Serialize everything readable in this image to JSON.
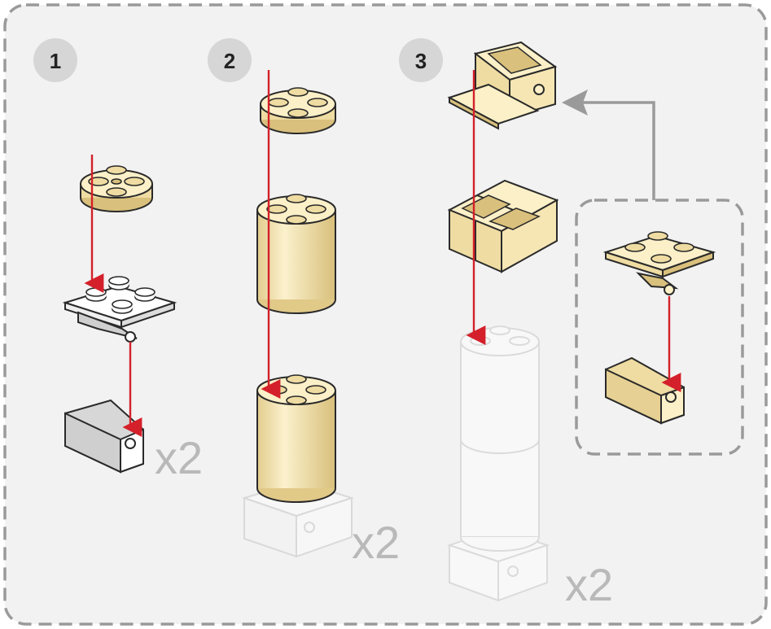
{
  "steps": [
    {
      "number": "1",
      "multiplier": "x2"
    },
    {
      "number": "2",
      "multiplier": "x2"
    },
    {
      "number": "3",
      "multiplier": "x2"
    }
  ],
  "colors": {
    "panel_bg": "#f2f2f2",
    "dash": "#9a9a9a",
    "tan_light": "#fbf0c8",
    "tan": "#efdca2",
    "tan_dark": "#d9c07c",
    "outline": "#2a2a2a",
    "white_part": "#ffffff",
    "ghost": "#dcdcdc",
    "arrow_red": "#d4202a",
    "arrow_gray": "#9a9a9a",
    "multiplier_gray": "#b9b9b9"
  }
}
